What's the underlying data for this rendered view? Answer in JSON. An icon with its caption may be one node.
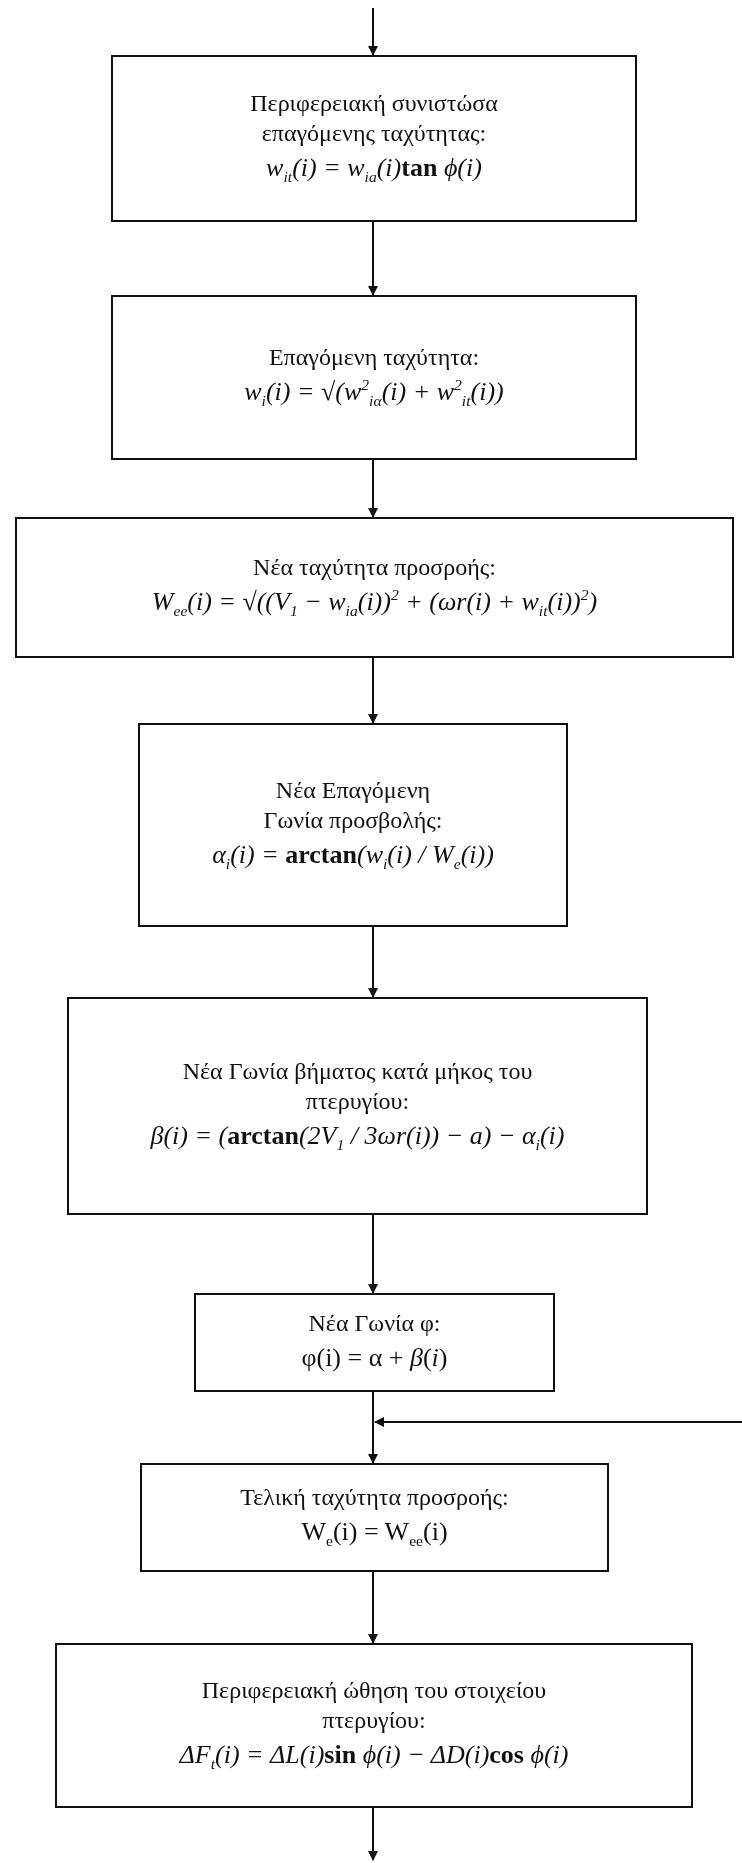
{
  "diagram": {
    "nodes": [
      {
        "text": [
          "Περιφερειακή συνιστώσα επαγόμενης ταχύτητας:",
          "w$_{it}$(i) = w$_{ia}$(i)**tan** ϕ(i)"
        ]
      },
      {
        "text": [
          "Επαγόμενη ταχύτητα:",
          "w$_{i}$(i) = √(w$^{2}$$_{iα}$(i) + w$^{2}$$_{it}$(i))"
        ]
      },
      {
        "text": [
          "Νέα ταχύτητα προσροής:",
          "W$_{ee}$(i) = √((V$_{1}$ − w$_{ia}$(i))$^{2}$ + (ωr(i) + w$_{it}$(i))$^{2}$)"
        ]
      },
      {
        "text": [
          "Νέα Επαγόμενη Γωνία προσβολής:",
          "α$_{i}$(i) = **arctan**(w$_{i}$(i) / W$_{e}$(i))"
        ]
      },
      {
        "text": [
          "Νέα Γωνία βήματος κατά μήκος του πτερυγίου:",
          "β(i) = (**arctan**(2V$_{1}$ / 3ωr(i)) − a) − α$_{i}$(i)"
        ]
      },
      {
        "text": [
          "Νέα Γωνία φ:",
          "φ(i) = α + *β*(*i*)"
        ]
      },
      {
        "text": [
          "Τελική ταχύτητα προσροής:",
          "W$_{e}$(i) = W$_{ee}$(i)"
        ]
      },
      {
        "text": [
          "Περιφερειακή ώθηση του στοιχείου πτερυγίου:",
          "ΔF$_{t}$(i) = ΔL(i)**sin** ϕ(i) − ΔD(i)**cos** ϕ(i)"
        ]
      }
    ],
    "edges": [
      {
        "from": null,
        "to": 0,
        "arrow": "to"
      },
      {
        "from": 0,
        "to": 1,
        "arrow": "to"
      },
      {
        "from": 1,
        "to": 2,
        "arrow": "to"
      },
      {
        "from": 2,
        "to": 3,
        "arrow": "to"
      },
      {
        "from": 3,
        "to": 4,
        "arrow": "to"
      },
      {
        "from": 4,
        "to": 5,
        "arrow": "to"
      },
      {
        "from": null,
        "to": 6,
        "arrow": "to"
      },
      {
        "from": 5,
        "to": 6,
        "arrow": "to"
      },
      {
        "from": 6,
        "to": 7,
        "arrow": "to"
      },
      {
        "from": 7,
        "to": null,
        "arrow": "to"
      }
    ]
  }
}
